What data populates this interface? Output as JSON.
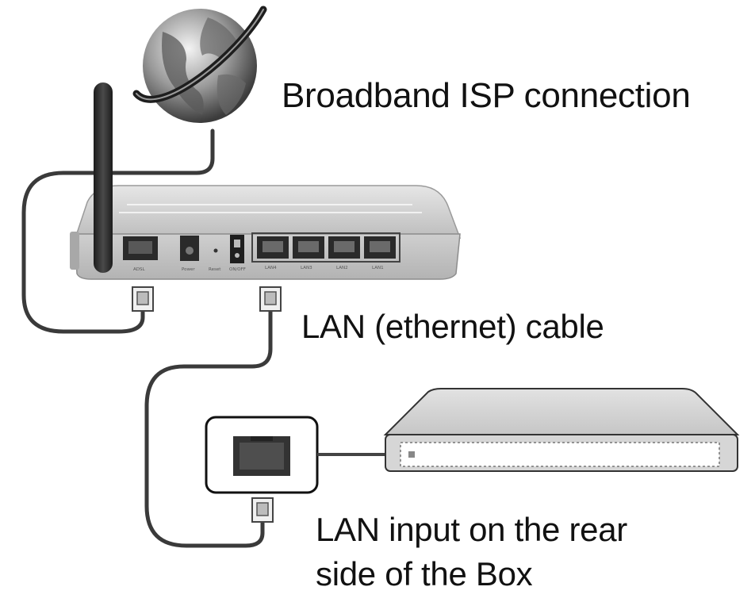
{
  "labels": {
    "isp": "Broadband ISP connection",
    "lan_cable": "LAN (ethernet) cable",
    "box_line1": "LAN input on the rear",
    "box_line2": "side of the Box"
  },
  "router_ports": {
    "adsl": "ADSL",
    "power": "Power",
    "reset": "Reset",
    "onoff": "ON/OFF",
    "lan4": "LAN4",
    "lan3": "LAN3",
    "lan2": "LAN2",
    "lan1": "LAN1"
  },
  "icons": [
    "globe-icon",
    "router-icon",
    "antenna-icon",
    "rj45-plug-icon",
    "ethernet-port-icon",
    "set-top-box-icon"
  ],
  "colors": {
    "cable": "#3a3a3a",
    "device_body": "#d2d2d2",
    "device_dark": "#2e2e2e",
    "text": "#111111"
  }
}
